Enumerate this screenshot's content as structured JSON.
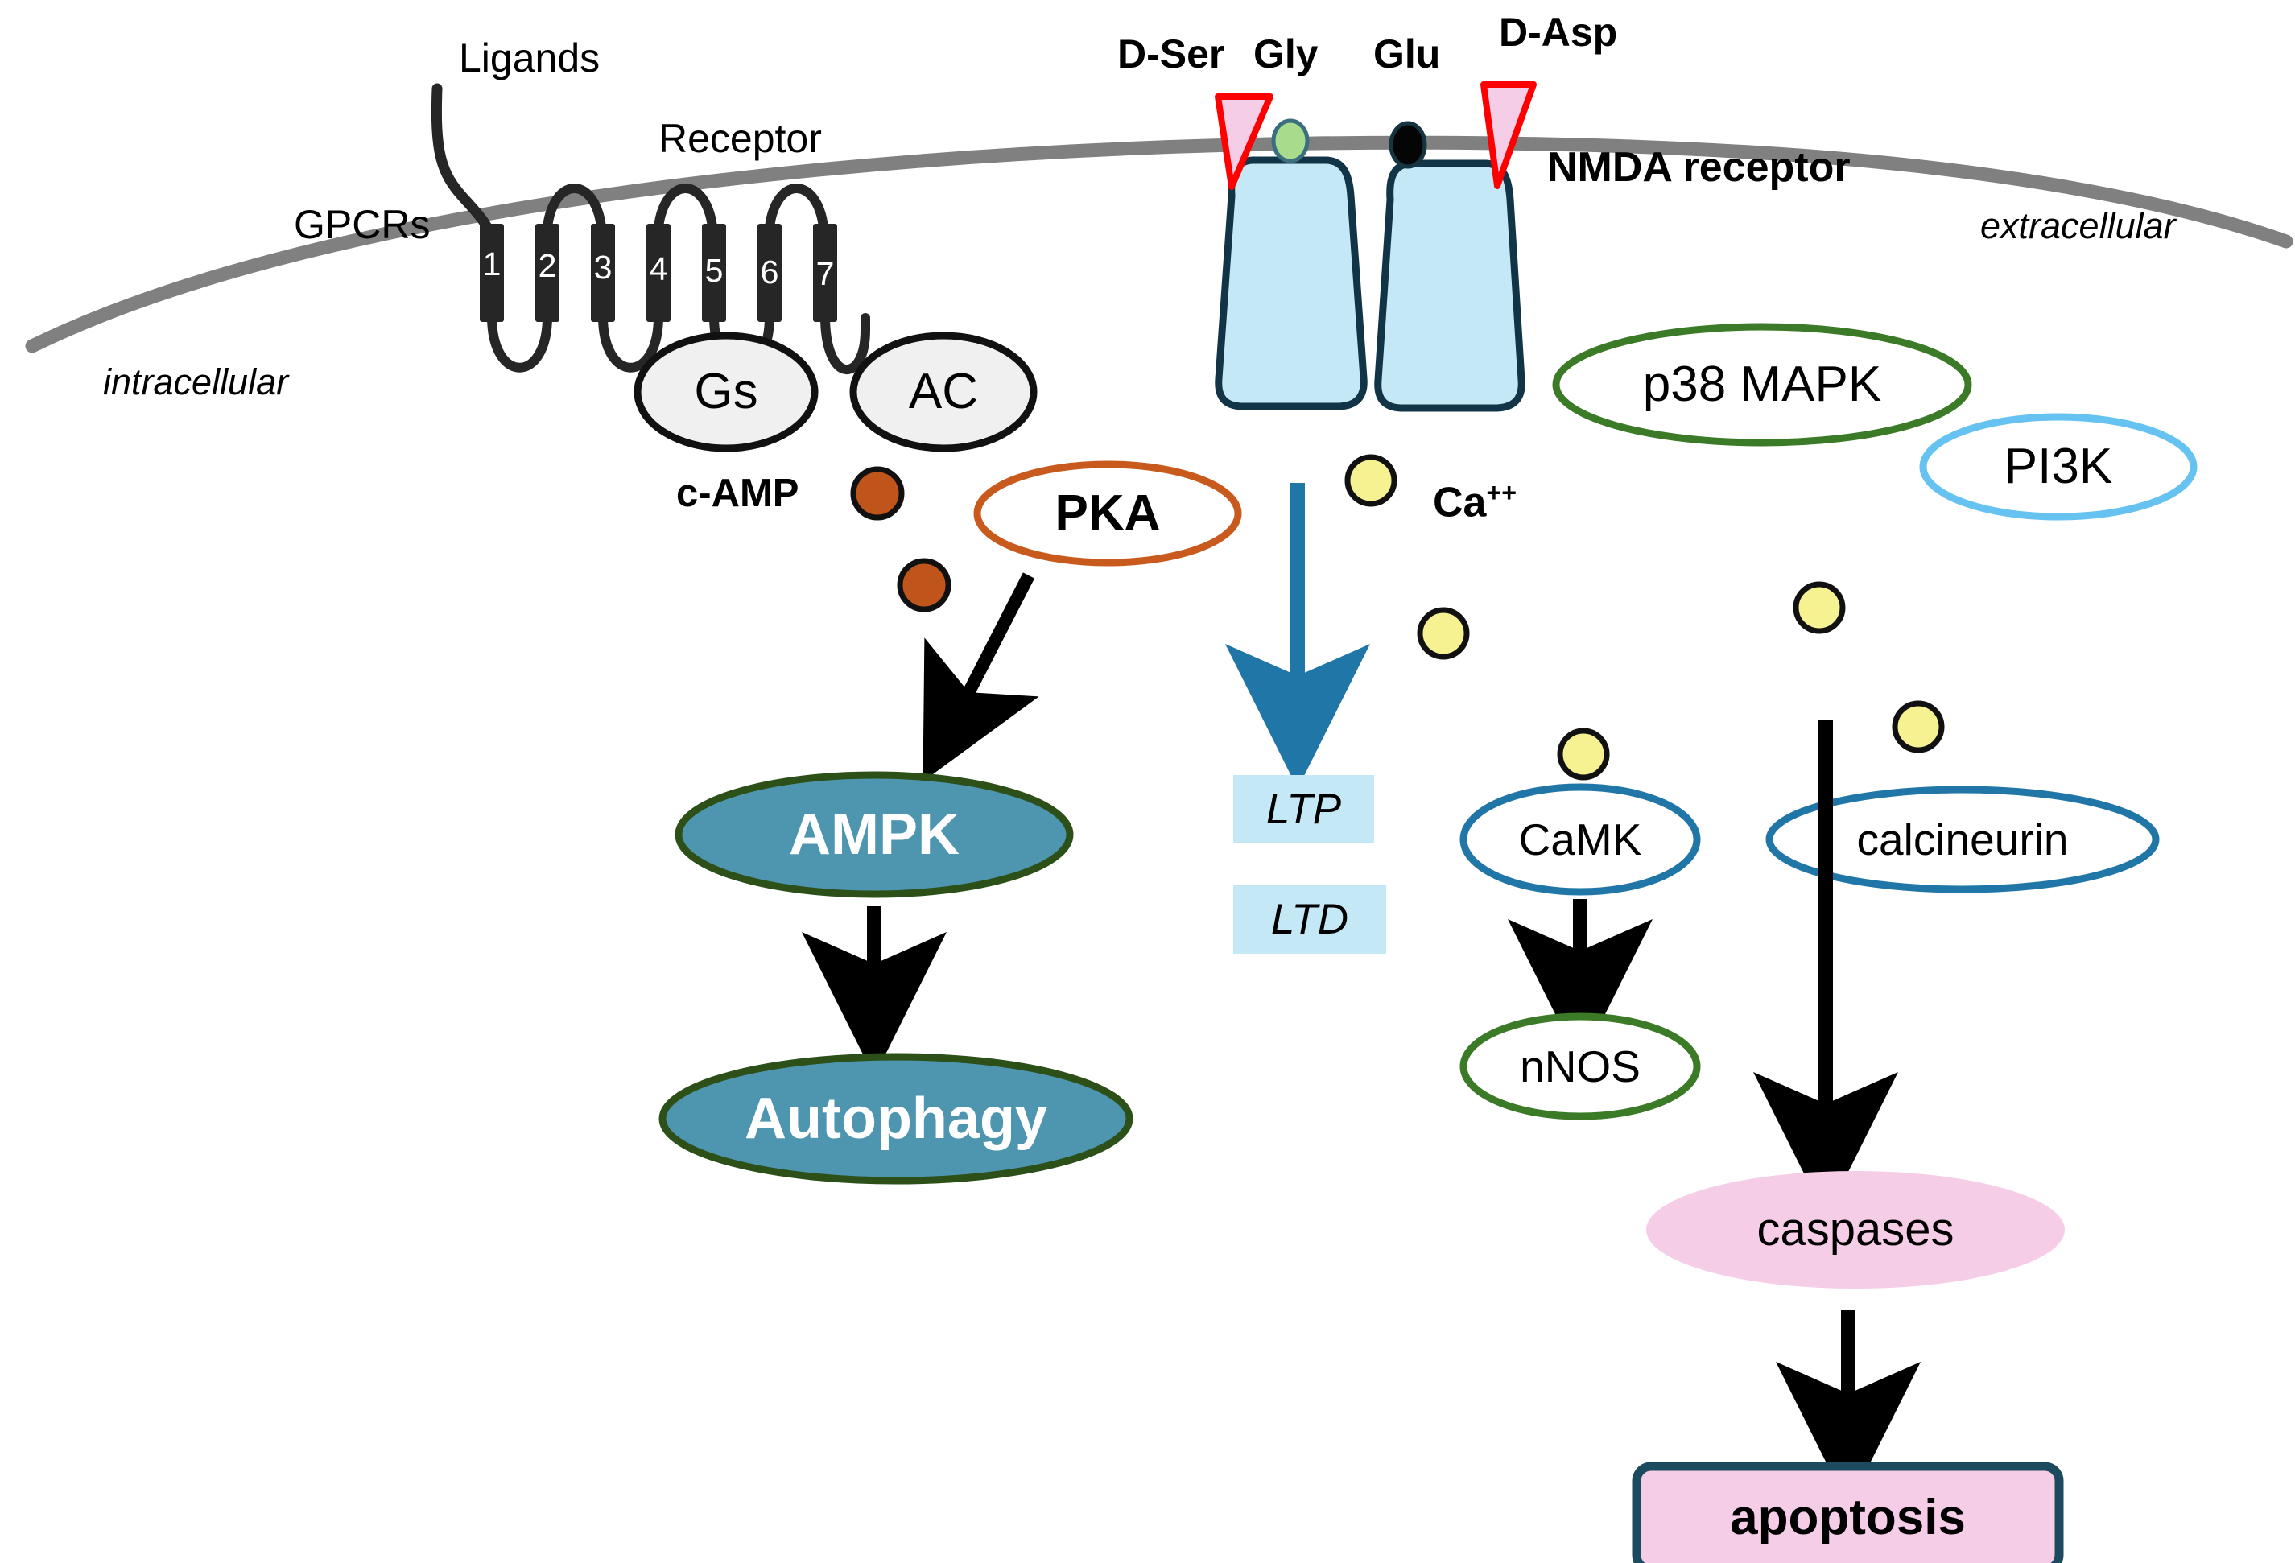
{
  "figure": {
    "title": "GPCR and NMDA receptor signalling pathways",
    "type": "biological-signalling-pathway-diagram"
  },
  "membrane": {
    "extracellular_label": "extracellular",
    "intracellular_label": "intracellular",
    "color": "#808080"
  },
  "gpcr": {
    "ligands_label": "Ligands",
    "receptor_label": "Receptor",
    "gpcrs_label": "GPCRs",
    "helix_numbers": [
      "1",
      "2",
      "3",
      "4",
      "5",
      "6",
      "7"
    ],
    "helix_color": "#262626"
  },
  "nmda": {
    "receptor_label": "NMDA receptor",
    "d_ser_label": "D-Ser",
    "gly_label": "Gly",
    "glu_label": "Glu",
    "d_asp_label": "D-Asp",
    "subunit_fill": "#C5E8F7",
    "subunit_stroke": "#123447",
    "gly_site_color": "#A8DC8C",
    "glu_site_color": "#050505",
    "triangle_fill": "#F5CDE6",
    "triangle_stroke": "#FF0000"
  },
  "nodes": {
    "gs": {
      "label": "Gs",
      "fill": "#F0F0F0",
      "stroke": "#111111"
    },
    "ac": {
      "label": "AC",
      "fill": "#F0F0F0",
      "stroke": "#111111"
    },
    "camp": {
      "label": "c-AMP",
      "dot_color": "#C0551C"
    },
    "pka": {
      "label": "PKA",
      "fill": "#FFFFFF",
      "stroke": "#C95A1E"
    },
    "ampk": {
      "label": "AMPK",
      "fill": "#4E95AF",
      "stroke": "#2C5018"
    },
    "autophagy": {
      "label": "Autophagy",
      "fill": "#4E95AF",
      "stroke": "#2C5018"
    },
    "ltp": {
      "label": "LTP",
      "fill": "#C5E8F7"
    },
    "ltd": {
      "label": "LTD",
      "fill": "#C5E8F7"
    },
    "calcium": {
      "label": "Ca",
      "charge": "++",
      "dot_color": "#F7F291"
    },
    "p38mapk": {
      "label": "p38 MAPK",
      "fill": "#FFFFFF",
      "stroke": "#3B7A26"
    },
    "pi3k": {
      "label": "PI3K",
      "fill": "#FFFFFF",
      "stroke": "#66C2F0"
    },
    "camk": {
      "label": "CaMK",
      "fill": "#FFFFFF",
      "stroke": "#2176A8"
    },
    "calcineurin": {
      "label": "calcineurin",
      "fill": "#FFFFFF",
      "stroke": "#2176A8"
    },
    "nnos": {
      "label": "nNOS",
      "fill": "#FFFFFF",
      "stroke": "#3B7A26"
    },
    "caspases": {
      "label": "caspases",
      "fill": "#F5CDE6",
      "stroke": "none"
    },
    "apoptosis": {
      "label": "apoptosis",
      "fill": "#F5CDE6",
      "stroke": "#1C4A5E"
    }
  },
  "arrows": {
    "pka_to_ampk": "black diagonal arrow",
    "ampk_to_autophagy": "black vertical arrow",
    "nmda_to_ltp": "blue vertical arrow",
    "camk_to_nnos": "black vertical arrow",
    "calcineurin_to_caspases": "black vertical arrow",
    "caspases_to_apoptosis": "black vertical arrow"
  },
  "chart_data": {
    "type": "diagram",
    "title": "GPCR / NMDA receptor signalling to autophagy and apoptosis",
    "pathways": [
      {
        "from": "Ligands",
        "to": "GPCRs"
      },
      {
        "from": "GPCRs",
        "to": "Gs"
      },
      {
        "from": "Gs",
        "to": "AC"
      },
      {
        "from": "AC",
        "to": "c-AMP"
      },
      {
        "from": "c-AMP",
        "to": "PKA"
      },
      {
        "from": "PKA",
        "to": "AMPK"
      },
      {
        "from": "AMPK",
        "to": "Autophagy"
      },
      {
        "from": "NMDA receptor",
        "to": "LTP"
      },
      {
        "from": "NMDA receptor",
        "to": "LTD"
      },
      {
        "from": "NMDA receptor",
        "to": "Ca++"
      },
      {
        "from": "Ca++",
        "to": "CaMK"
      },
      {
        "from": "CaMK",
        "to": "nNOS"
      },
      {
        "from": "Ca++",
        "to": "calcineurin"
      },
      {
        "from": "calcineurin",
        "to": "caspases"
      },
      {
        "from": "caspases",
        "to": "apoptosis"
      }
    ],
    "ligand_sites": [
      {
        "ligand": "D-Ser",
        "site": "Gly"
      },
      {
        "ligand": "Gly",
        "site": "Gly"
      },
      {
        "ligand": "Glu",
        "site": "Glu"
      },
      {
        "ligand": "D-Asp",
        "site": "Glu"
      }
    ]
  }
}
